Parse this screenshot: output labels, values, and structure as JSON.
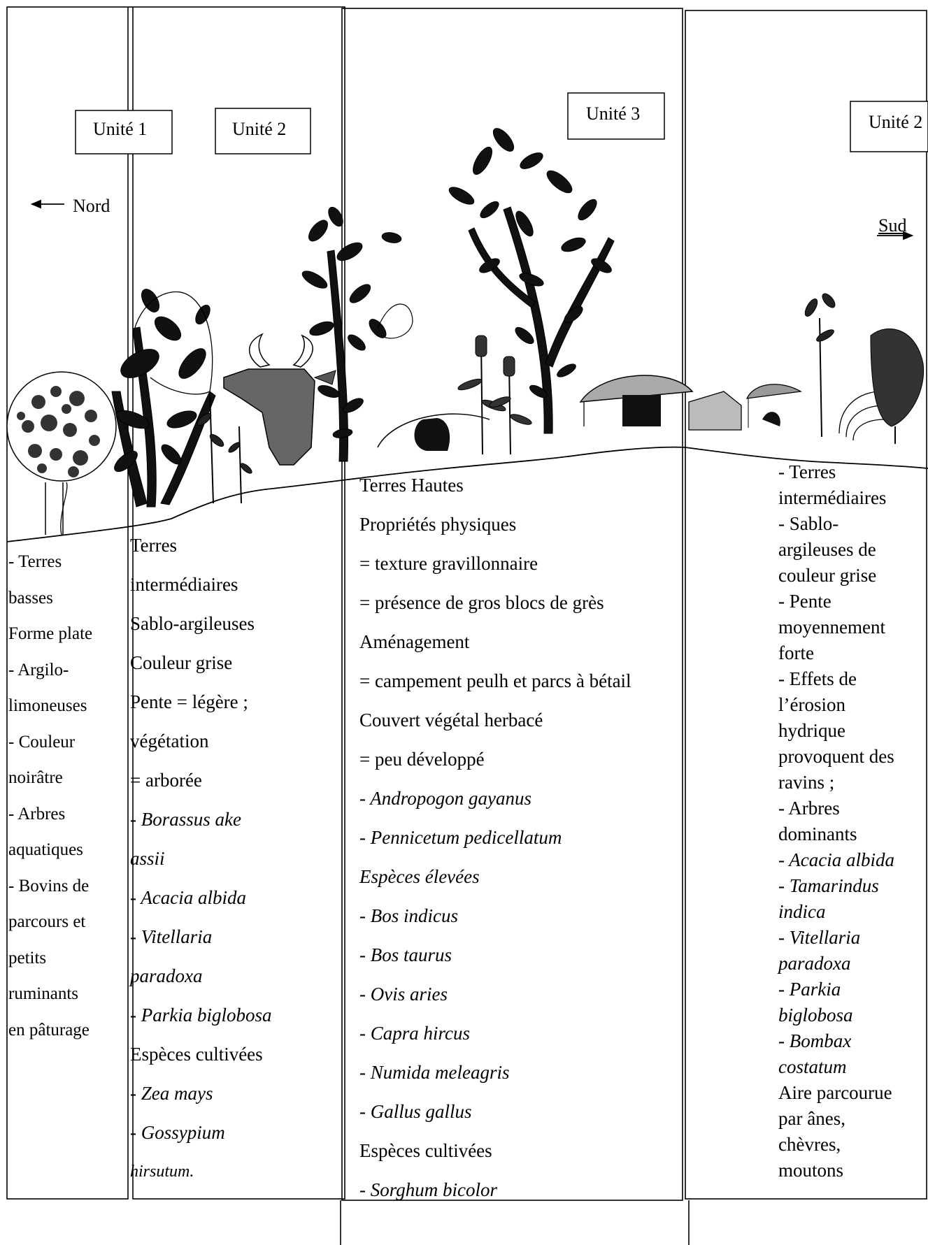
{
  "units": {
    "unit1": "Unité 1",
    "unit2": "Unité 2",
    "unit3": "Unité 3",
    "unit2_right": "Unité 2"
  },
  "directions": {
    "north": "Nord",
    "south": "Sud"
  },
  "column1": {
    "lines": [
      "- Terres",
      "basses",
      "Forme plate",
      "- Argilo-",
      "limoneuses",
      "- Couleur",
      "noirâtre",
      "- Arbres",
      "aquatiques",
      "- Bovins de",
      "parcours et",
      "petits",
      "ruminants",
      "en pâturage"
    ]
  },
  "column2": {
    "lines": [
      "Terres",
      "intermédiaires",
      "Sablo-argileuses",
      "Couleur grise",
      "Pente = légère ;",
      "végétation",
      "= arborée",
      "- Borassus ake",
      "assii",
      "- Acacia albida",
      "- Vitellaria",
      "paradoxa",
      "- Parkia biglobosa",
      "Espèces cultivées",
      "- Zea mays",
      "- Gossypium",
      "hirsutum."
    ]
  },
  "column3": {
    "lines": [
      "Terres Hautes",
      "Propriétés physiques",
      "= texture gravillonnaire",
      "= présence de gros blocs de grès",
      "Aménagement",
      "= campement peulh et parcs à bétail",
      "Couvert végétal herbacé",
      "= peu développé",
      "- Andropogon gayanus",
      "- Pennicetum pedicellatum",
      "Espèces élevées",
      "- Bos indicus",
      "- Bos taurus",
      "- Ovis aries",
      "- Capra hircus",
      "- Numida meleagris",
      "- Gallus gallus",
      "Espèces cultivées",
      "- Sorghum bicolor"
    ]
  },
  "column4": {
    "lines": [
      "- Terres",
      "intermédiaires",
      "- Sablo-",
      "argileuses de",
      "couleur grise",
      "- Pente",
      "moyennement",
      "forte",
      "- Effets de",
      "l’érosion",
      "hydrique",
      "provoquent des",
      "ravins ;",
      "- Arbres",
      "dominants",
      "- Acacia albida",
      "- Tamarindus",
      "indica",
      "- Vitellaria",
      "paradoxa",
      "- Parkia",
      "biglobosa",
      "- Bombax",
      "costatum",
      "Aire parcourue",
      "par ânes,",
      "chèvres,",
      "moutons"
    ]
  }
}
